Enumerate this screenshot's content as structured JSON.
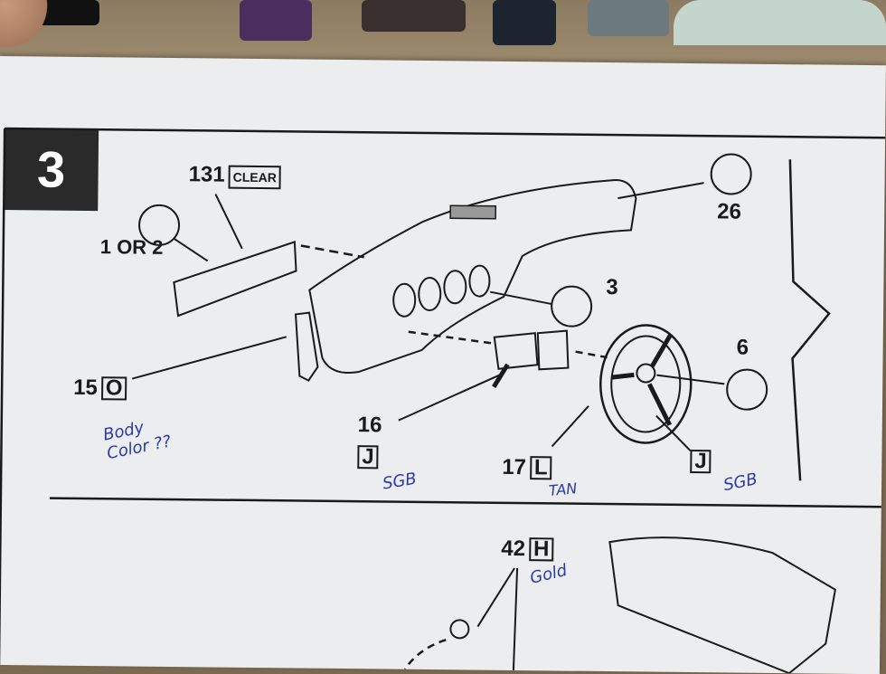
{
  "step": {
    "number": "3"
  },
  "callouts": {
    "glass": {
      "num": "131",
      "tag": "CLEAR"
    },
    "color_choice": {
      "text": "1 OR 2"
    },
    "dash_color": {
      "num": "26"
    },
    "gauge_color": {
      "num": "3"
    },
    "wheel_color": {
      "num": "6"
    },
    "dash_part": {
      "num": "15",
      "tag": "O"
    },
    "column_part": {
      "num": "16",
      "tag": "J"
    },
    "wheel_part": {
      "num": "17",
      "tag": "L"
    },
    "spoke_part": {
      "tag": "J"
    },
    "next_part": {
      "num": "42",
      "tag": "H"
    }
  },
  "notes": {
    "body_color": "Body Color ??",
    "column": "SGB",
    "wheel": "TAN",
    "spoke": "SGB",
    "next": "Gold"
  },
  "colors": {
    "sheet": "#ecedee",
    "ink": "#1a1a1a",
    "pen": "#2c3aa8",
    "badge": "#2a2a2a"
  }
}
